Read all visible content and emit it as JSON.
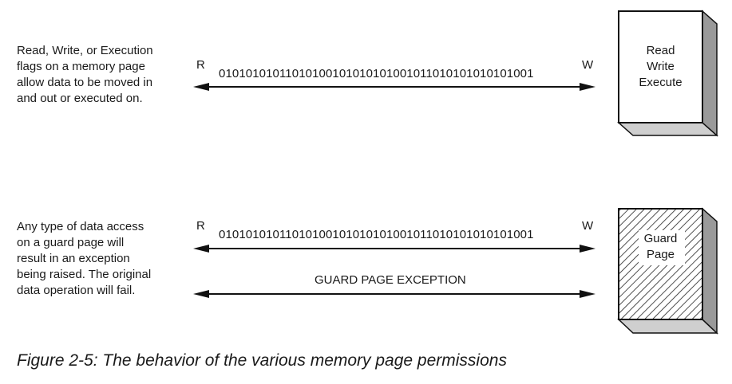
{
  "top_section": {
    "description": "Read, Write, or Execution\nflags on a memory page\nallow data to be moved in\nand out or executed on.",
    "left_label": "R",
    "right_label": "W",
    "bit_string": "01010101011010100101010101001011010101010101001",
    "page_label": "Read\nWrite\nExecute"
  },
  "bottom_section": {
    "description": "Any type of data access\non a guard page will\nresult in an exception\nbeing raised. The original\ndata operation will fail.",
    "left_label": "R",
    "right_label": "W",
    "bit_string": "01010101011010100101010101001011010101010101001",
    "exception_label": "GUARD PAGE EXCEPTION",
    "page_label": "Guard\nPage"
  },
  "caption": "Figure 2-5: The behavior of the various memory page permissions"
}
